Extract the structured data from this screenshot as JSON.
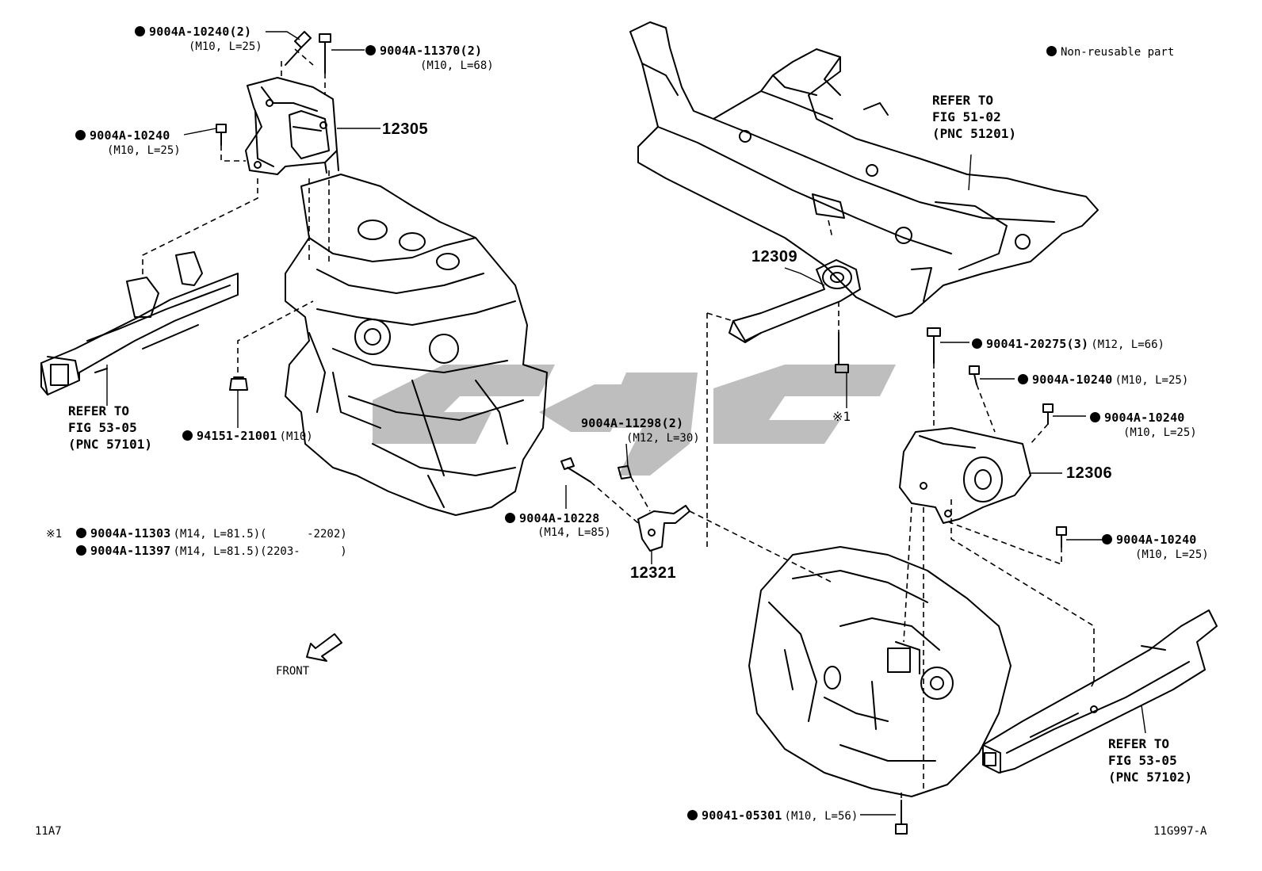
{
  "legend": {
    "symbol": "●",
    "text": "Non-reusable part"
  },
  "labels": {
    "p_9004A_10240_2": {
      "pn": "9004A-10240(2)",
      "spec": "(M10, L=25)"
    },
    "p_9004A_11370_2": {
      "pn": "9004A-11370(2)",
      "spec": "(M10, L=68)"
    },
    "p_9004A_10240_a": {
      "pn": "9004A-10240",
      "spec": "(M10, L=25)"
    },
    "p_12305": "12305",
    "ref_53_05_left": {
      "line1": "REFER TO",
      "line2": "FIG 53-05",
      "line3": "(PNC 57101)"
    },
    "p_94151_21001": {
      "pn": "94151-21001",
      "spec": "(M10)"
    },
    "note_1": {
      "mark": "※1",
      "row1": {
        "pn": "9004A-11303",
        "spec": "(M14, L=81.5)(      -2202)"
      },
      "row2": {
        "pn": "9004A-11397",
        "spec": "(M14, L=81.5)(2203-      )"
      }
    },
    "front": "FRONT",
    "ref_51_02": {
      "line1": "REFER TO",
      "line2": "FIG 51-02",
      "line3": "(PNC 51201)"
    },
    "p_12309": "12309",
    "mark_1": "※1",
    "p_90041_20275": {
      "pn": "90041-20275(3)",
      "spec": "(M12, L=66)"
    },
    "p_9004A_10240_b": {
      "pn": "9004A-10240",
      "spec": "(M10, L=25)"
    },
    "p_9004A_10240_c": {
      "pn": "9004A-10240",
      "spec": "(M10, L=25)"
    },
    "p_12306": "12306",
    "p_9004A_10240_d": {
      "pn": "9004A-10240",
      "spec": "(M10, L=25)"
    },
    "p_9004A_11298": {
      "pn": "9004A-11298(2)",
      "spec": "(M12, L=30)"
    },
    "p_9004A_10228": {
      "pn": "9004A-10228",
      "spec": "(M14, L=85)"
    },
    "p_12321": "12321",
    "ref_53_05_right": {
      "line1": "REFER TO",
      "line2": "FIG 53-05",
      "line3": "(PNC 57102)"
    },
    "p_90041_05301": {
      "pn": "90041-05301",
      "spec": "(M10, L=56)"
    },
    "page_code_left": "11A7",
    "page_code_right": "11G997-A"
  },
  "colors": {
    "ink": "#000000",
    "watermark": "#b3b3b3",
    "background": "#ffffff"
  },
  "icons": {
    "bullet": "filled-circle",
    "front_arrow": "hollow-arrow-down-left"
  }
}
